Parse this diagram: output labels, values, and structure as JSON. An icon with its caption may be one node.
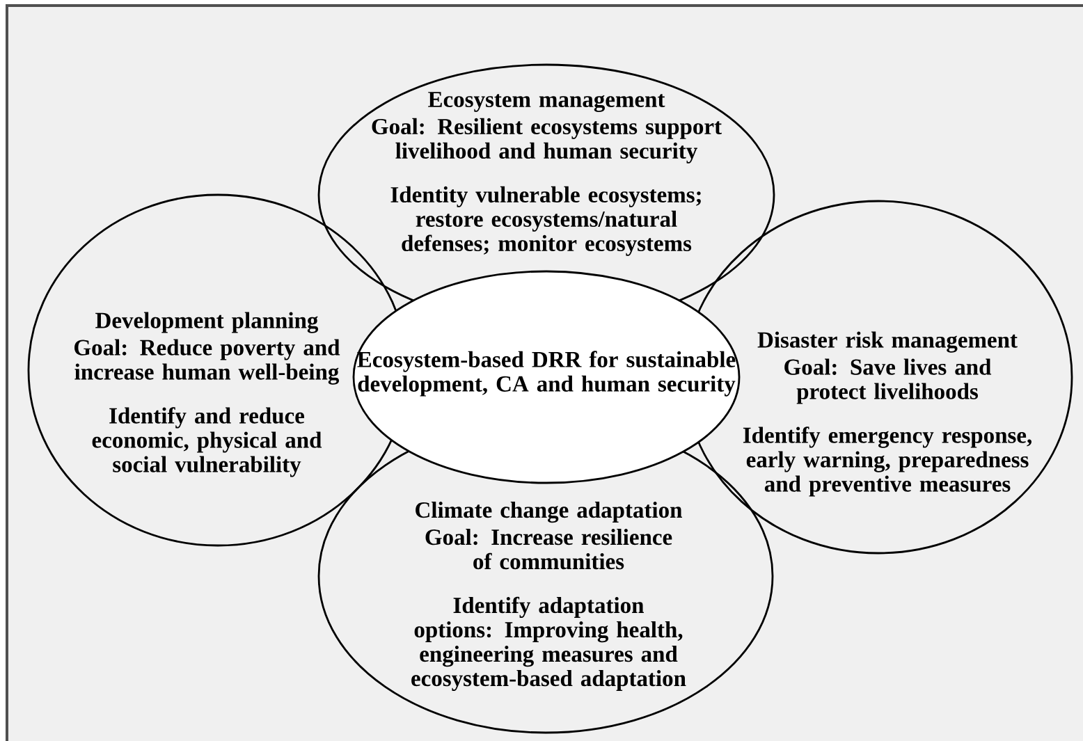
{
  "diagram": {
    "nodes": [
      {
        "text": [
          "Ecosystem management",
          "Goal: Resilient ecosystems support livelihood and human security",
          "Identity vulnerable ecosystems; restore ecosystems/natural defenses; monitor ecosystems"
        ]
      },
      {
        "text": [
          "Development planning",
          "Goal: Reduce poverty and increase human well-being",
          "Identify and reduce economic, physical and social vulnerability"
        ]
      },
      {
        "text": [
          "Ecosystem-based DRR for sustainable development, CA and human security"
        ]
      },
      {
        "text": [
          "Disaster risk management",
          "Goal: Save lives and protect livelihoods",
          "Identify emergency response, early warning, preparedness and preventive measures"
        ]
      },
      {
        "text": [
          "Climate change adaptation",
          "Goal: Increase resilience of communities",
          "Identify adaptation options: Improving health, engineering measures and ecosystem-based adaptation"
        ]
      }
    ]
  }
}
